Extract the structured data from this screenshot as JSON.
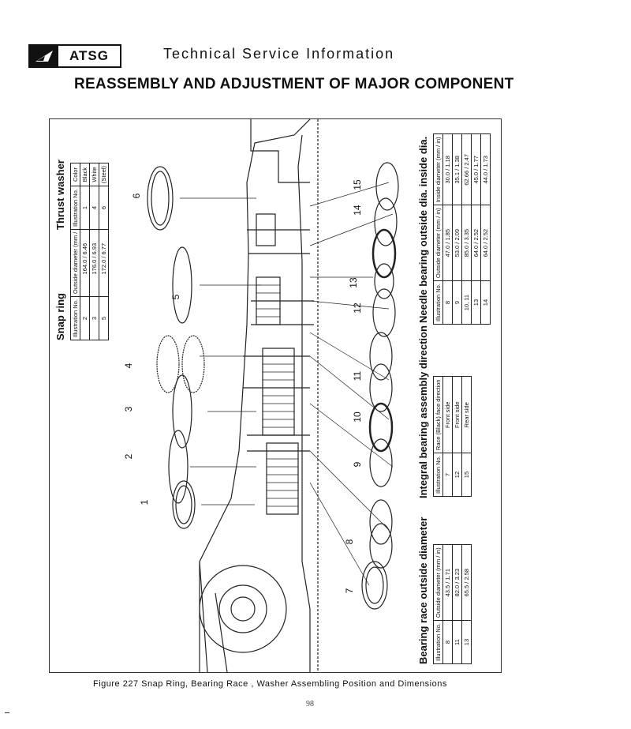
{
  "header": {
    "logo_text": "ATSG",
    "title": "Technical Service Information"
  },
  "main_title": "REASSEMBLY AND ADJUSTMENT OF MAJOR COMPONENT",
  "tables": {
    "snap_ring": {
      "title": "Snap ring",
      "headers": [
        "Illustration No.",
        "Outside diameter (mm / in)"
      ],
      "rows": [
        [
          "2",
          "164.0 / 6.46"
        ],
        [
          "3",
          "176.0 / 6.93"
        ],
        [
          "5",
          "172.0 / 6.77"
        ]
      ]
    },
    "thrust_washer": {
      "title": "Thrust washer",
      "headers": [
        "Illustration No.",
        "Color"
      ],
      "rows": [
        [
          "1",
          "Black"
        ],
        [
          "4",
          "White"
        ],
        [
          "6",
          "(Steel)"
        ]
      ]
    },
    "integral_bearing": {
      "title": "Integral bearing assembly direction",
      "headers": [
        "Illustration No.",
        "Race (Black) face direction"
      ],
      "rows": [
        [
          "7",
          "Front side"
        ],
        [
          "12",
          "Front side"
        ],
        [
          "15",
          "Rear side"
        ]
      ]
    },
    "needle_bearing": {
      "title": "Needle bearing outside dia. inside dia.",
      "headers": [
        "Illustration No.",
        "Outside diameter (mm / in)",
        "Inside diameter (mm / in)"
      ],
      "rows": [
        [
          "8",
          "47.0 / 1.85",
          "30.0 / 1.18"
        ],
        [
          "9",
          "53.0 / 2.09",
          "35.1 / 1.38"
        ],
        [
          "10, 11",
          "85.0 / 3.35",
          "62.66 / 2.47"
        ],
        [
          "13",
          "64.0 / 2.52",
          "45.0 / 1.77"
        ],
        [
          "14",
          "64.0 / 2.52",
          "44.0 / 1.73"
        ]
      ]
    },
    "bearing_race": {
      "title": "Bearing race outside diameter",
      "headers": [
        "Illustration No.",
        "Outside diameter (mm / in)"
      ],
      "rows": [
        [
          "8",
          "43.5 / 1.71"
        ],
        [
          "11",
          "82.0 / 3.23"
        ],
        [
          "13",
          "65.5 / 2.58"
        ]
      ]
    }
  },
  "callouts": [
    "1",
    "2",
    "3",
    "4",
    "5",
    "6",
    "7",
    "8",
    "9",
    "10",
    "11",
    "12",
    "13",
    "14",
    "15"
  ],
  "caption": "Figure 227  Snap Ring, Bearing Race , Washer Assembling Position and Dimensions",
  "page_number": "98"
}
